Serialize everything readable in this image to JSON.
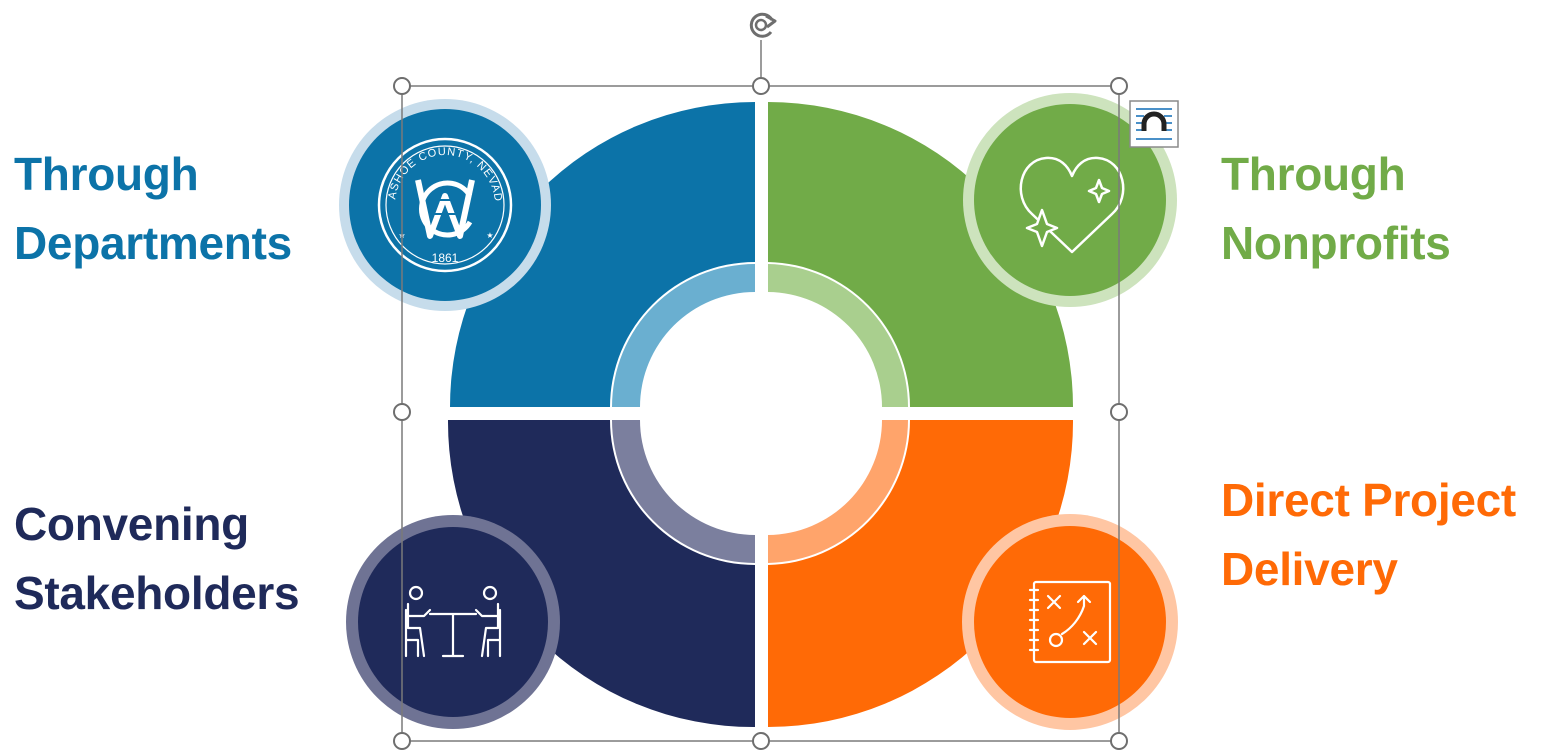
{
  "diagram": {
    "quadrants": [
      {
        "id": "tl",
        "line1": "Through",
        "line2": "Departments",
        "color": "#0c73a8",
        "ring_color": "#6aafd0",
        "badge_ring": "#c6dceb",
        "icon": "washoe-county-seal-icon"
      },
      {
        "id": "tr",
        "line1": "Through",
        "line2": "Nonprofits",
        "color": "#71ab48",
        "ring_color": "#a9cf8e",
        "badge_ring": "#cde3bd",
        "icon": "heart-sparkle-icon"
      },
      {
        "id": "bl",
        "line1": "Convening",
        "line2": "Stakeholders",
        "color": "#1f2a5a",
        "ring_color": "#7b7f9e",
        "badge_ring": "#6f7394",
        "icon": "meeting-table-icon"
      },
      {
        "id": "br",
        "line1": "Direct Project",
        "line2": "Delivery",
        "color": "#ff6a06",
        "ring_color": "#ffa46b",
        "badge_ring": "#ffc6a3",
        "icon": "strategy-board-icon"
      }
    ],
    "seal": {
      "top_text": "WASHOE COUNTY, NEVADA",
      "year": "1861"
    }
  },
  "selection": {
    "rotate_handle_icon": "rotate-icon",
    "layout_options_icon": "layout-options-icon"
  }
}
